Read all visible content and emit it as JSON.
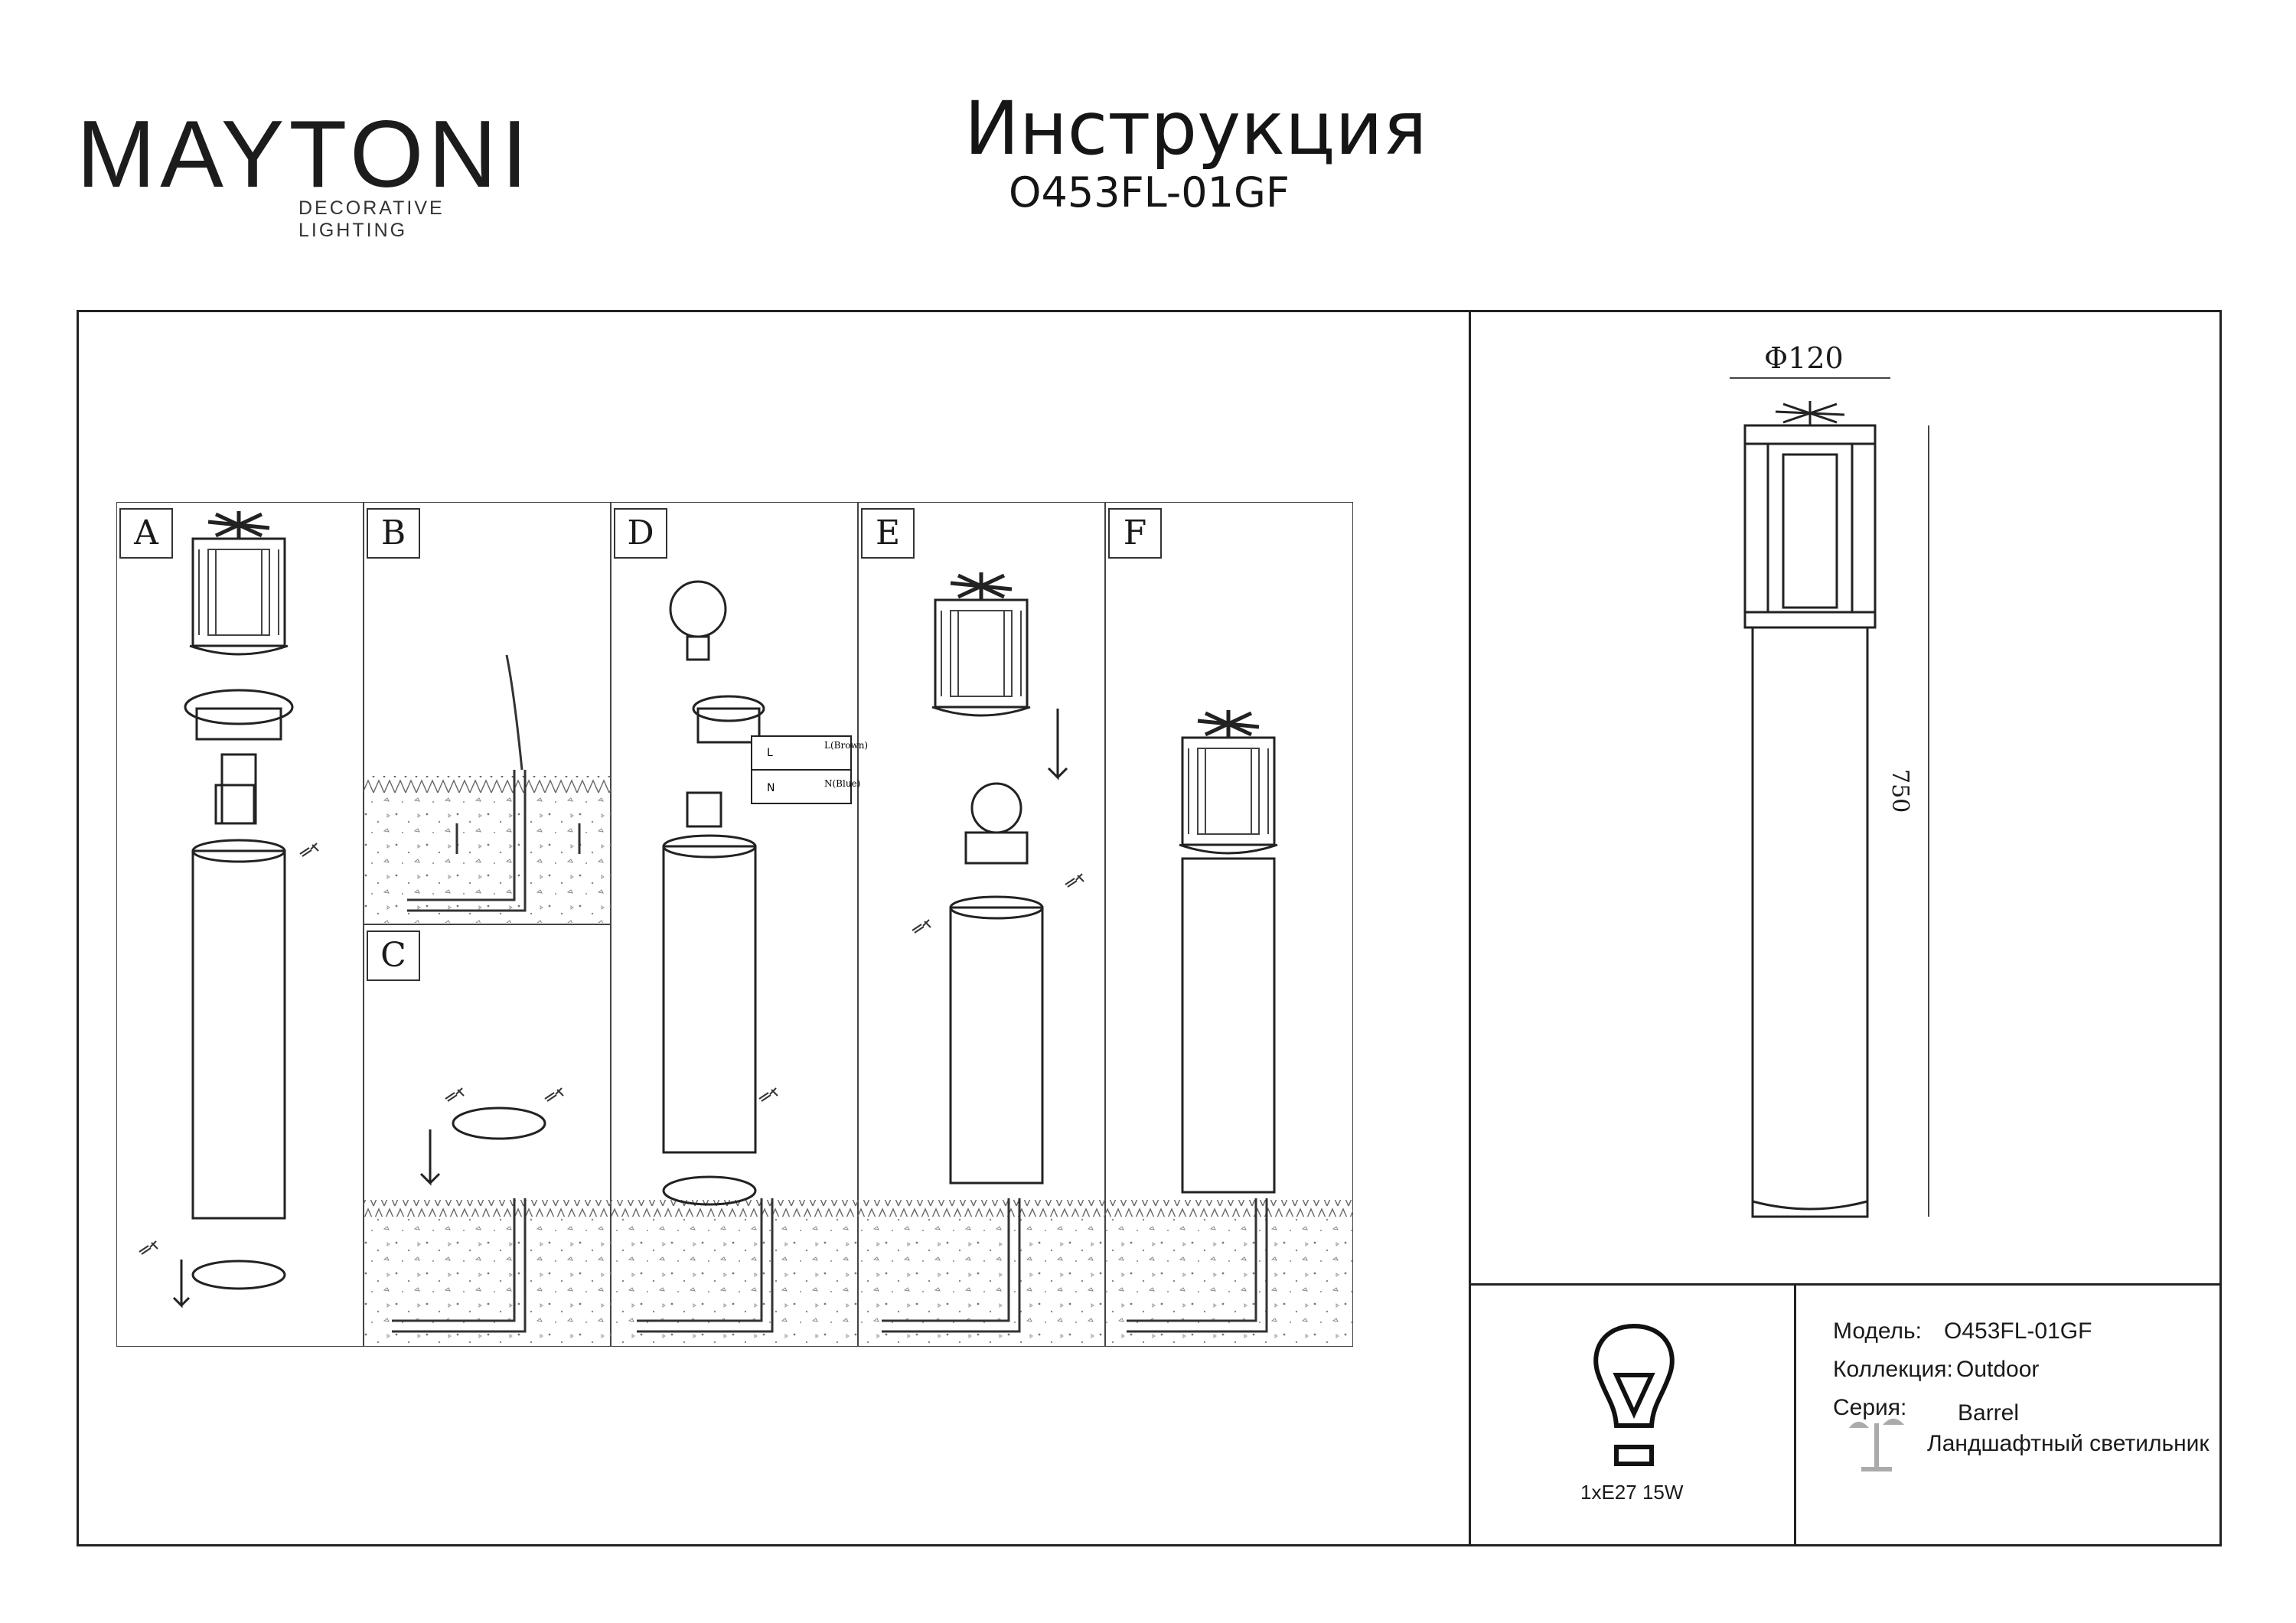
{
  "brand": {
    "name": "MAYTONI",
    "tagline": "DECORATIVE LIGHTING"
  },
  "header": {
    "title": "Инструкция",
    "model": "O453FL-01GF"
  },
  "panels": [
    "A",
    "B",
    "C",
    "D",
    "E",
    "F"
  ],
  "wiring": {
    "live": "L(Brown)",
    "neutral": "N(Blue)",
    "l_short": "L",
    "n_short": "N"
  },
  "dimensions": {
    "diameter": "Φ120",
    "height": "750"
  },
  "lamp": {
    "spec": "1xE27 15W"
  },
  "specs": {
    "model_label": "Модель:",
    "model_value": "O453FL-01GF",
    "collection_label": "Коллекция:",
    "collection_value": "Outdoor",
    "series_label": "Серия:",
    "series_value": "Barrel",
    "type_value": "Ландшафтный светильник"
  }
}
